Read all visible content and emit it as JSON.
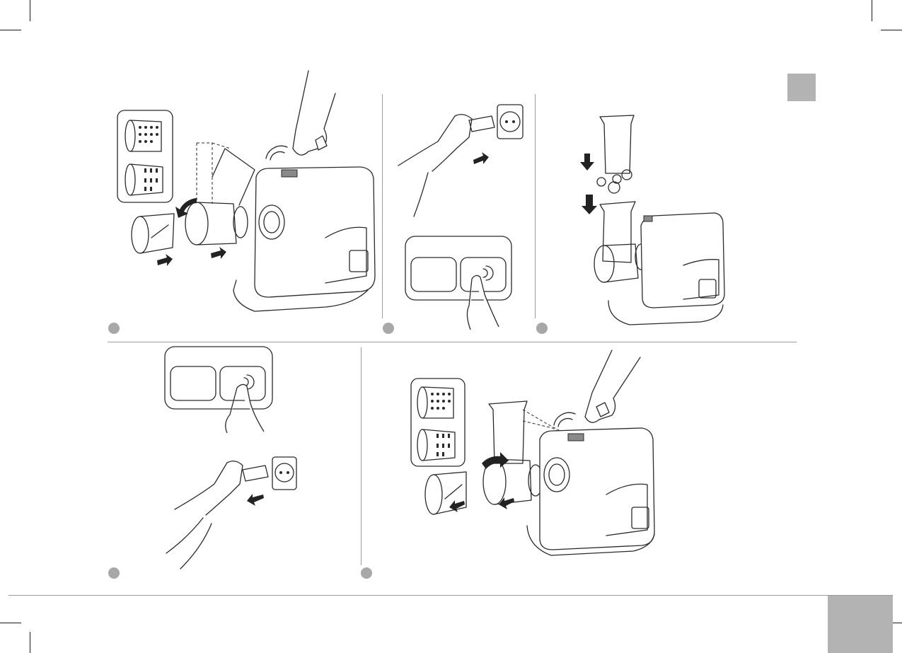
{
  "page": {
    "accent_tab_color": "#b3b3b3",
    "step_marker_color": "#a8a8a8",
    "rule_color": "#9a9a9a"
  },
  "steps": [
    {
      "id": "step-a",
      "icon": "attach-grater-drum-illustration"
    },
    {
      "id": "step-b",
      "icon": "plug-in-and-switch-on-illustration"
    },
    {
      "id": "step-c",
      "icon": "feed-food-with-pusher-illustration"
    },
    {
      "id": "step-d",
      "icon": "switch-off-and-unplug-illustration"
    },
    {
      "id": "step-e",
      "icon": "detach-grater-drum-illustration"
    }
  ]
}
